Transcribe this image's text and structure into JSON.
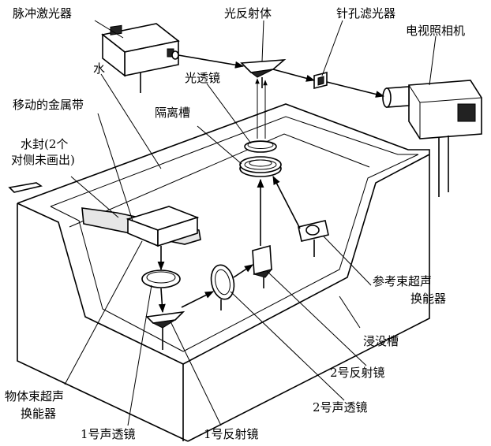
{
  "labels": {
    "pulse_laser": "脉冲激光器",
    "light_mirror": "光反射体",
    "pinhole_filter": "针孔滤光器",
    "tv_camera": "电视照相机",
    "water": "水",
    "optical_lens": "光透镜",
    "moving_metal_band": "移动的金属带",
    "isolation_tank": "隔离槽",
    "water_seal_line1": "水封(2个",
    "water_seal_line2": "对侧未画出)",
    "ref_transducer_line1": "参考束超声",
    "ref_transducer_line2": "换能器",
    "immersion_tank": "浸没槽",
    "mirror_2": "2号反射镜",
    "acoustic_lens_2": "2号声透镜",
    "object_transducer_line1": "物体束超声",
    "object_transducer_line2": "换能器",
    "acoustic_lens_1": "1号声透镜",
    "mirror_1": "1号反射镜"
  }
}
